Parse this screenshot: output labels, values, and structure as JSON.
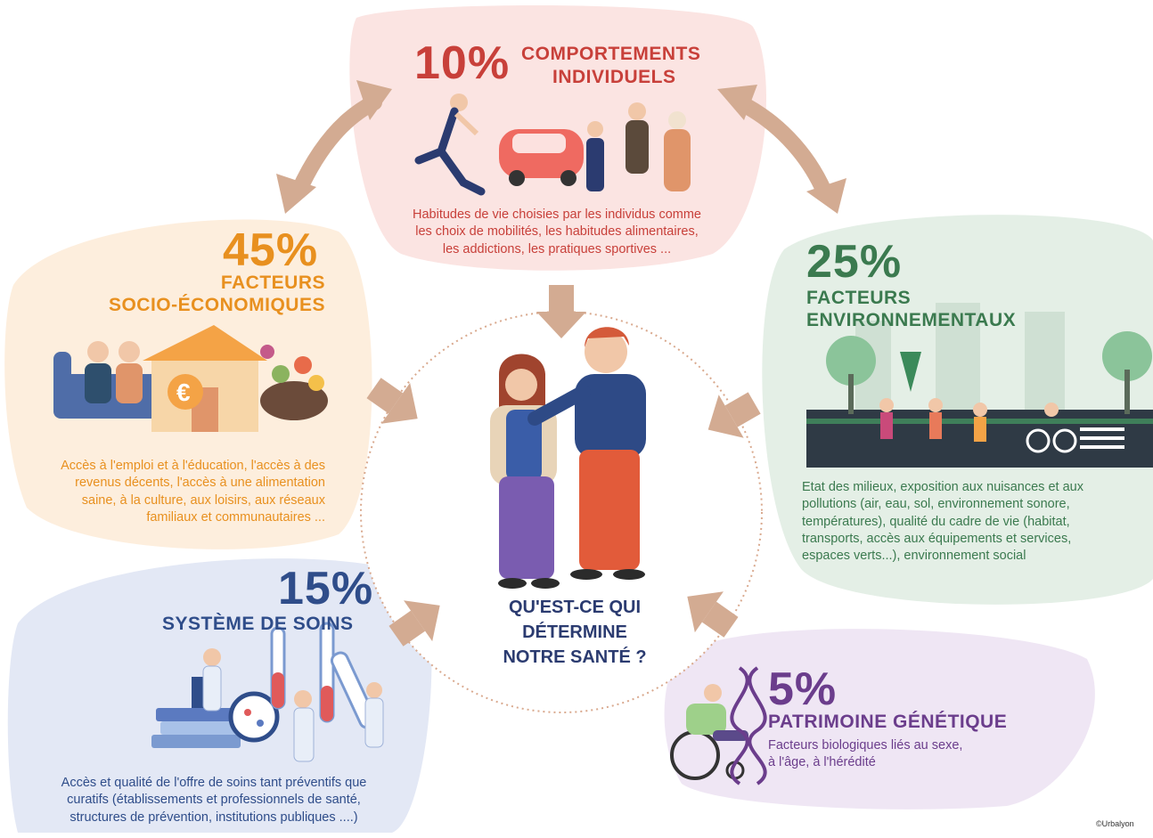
{
  "center": {
    "question_lines": [
      "QU'EST-CE QUI",
      "DÉTERMINE",
      "NOTRE SANTÉ ?"
    ]
  },
  "sections": {
    "individual": {
      "percent": "10%",
      "title_lines": [
        "COMPORTEMENTS",
        "INDIVIDUELS"
      ],
      "desc_lines": [
        "Habitudes de vie choisies par les individus comme",
        "les choix de mobilités, les habitudes alimentaires,",
        "les addictions, les pratiques sportives ..."
      ],
      "color": "#c8403a",
      "bg": "#fbe4e2"
    },
    "socio": {
      "percent": "45%",
      "title_lines": [
        "FACTEURS",
        "SOCIO-ÉCONOMIQUES"
      ],
      "desc_lines": [
        "Accès à l'emploi et à l'éducation, l'accès à des",
        "revenus décents, l'accès à une alimentation",
        "saine, à la culture, aux loisirs, aux réseaux",
        "familiaux et communautaires ..."
      ],
      "color": "#e8901f",
      "bg": "#fdeedd"
    },
    "environment": {
      "percent": "25%",
      "title_lines": [
        "FACTEURS",
        "ENVIRONNEMENTAUX"
      ],
      "desc_lines": [
        "Etat des milieux, exposition aux nuisances et aux",
        "pollutions (air, eau, sol, environnement sonore,",
        "températures), qualité du cadre de vie (habitat,",
        "transports, accès aux équipements et services,",
        "espaces verts...), environnement social"
      ],
      "color": "#3b7a4f",
      "bg": "#e4efe6"
    },
    "care": {
      "percent": "15%",
      "title_lines": [
        "SYSTÈME DE SOINS"
      ],
      "desc_lines": [
        "Accès et qualité de l'offre de soins tant préventifs que",
        "curatifs (établissements et professionnels de santé,",
        "structures de prévention, institutions publiques ....)"
      ],
      "color": "#2f4d8a",
      "bg": "#e3e8f5"
    },
    "genetic": {
      "percent": "5%",
      "title_lines": [
        "PATRIMOINE GÉNÉTIQUE"
      ],
      "desc_lines": [
        "Facteurs biologiques liés au sexe,",
        "à l'âge, à l'hérédité"
      ],
      "color": "#6b3d8c",
      "bg": "#efe6f4"
    }
  },
  "credit": "©Urbalyon",
  "colors": {
    "arrow": "#d3ab92",
    "circle": "#d9a98e"
  }
}
